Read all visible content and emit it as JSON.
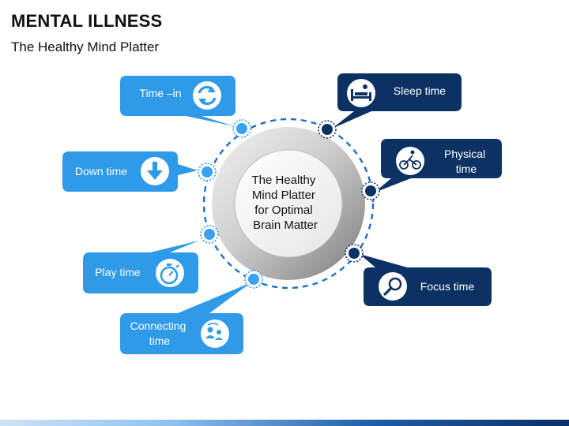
{
  "title": "MENTAL ILLNESS",
  "subtitle": "The Healthy Mind Platter",
  "center": {
    "lines": [
      "The Healthy",
      "Mind Platter",
      "for Optimal",
      "Brain Matter"
    ]
  },
  "colors": {
    "light_blue": "#2f9ae8",
    "dark_blue": "#0c3263",
    "ring_dash": "#1f6fc4"
  },
  "items": [
    {
      "label_lines": [
        "Time –in"
      ],
      "icon": "refresh-icon",
      "side": "left"
    },
    {
      "label_lines": [
        "Down time"
      ],
      "icon": "download-arrow-icon",
      "side": "left"
    },
    {
      "label_lines": [
        "Play time"
      ],
      "icon": "stopwatch-icon",
      "side": "left"
    },
    {
      "label_lines": [
        "Connecting",
        "time"
      ],
      "icon": "people-connect-icon",
      "side": "left"
    },
    {
      "label_lines": [
        "Sleep time"
      ],
      "icon": "bed-icon",
      "side": "right"
    },
    {
      "label_lines": [
        "Physical",
        "time"
      ],
      "icon": "cyclist-icon",
      "side": "right"
    },
    {
      "label_lines": [
        "Focus time"
      ],
      "icon": "magnifier-icon",
      "side": "right"
    }
  ]
}
